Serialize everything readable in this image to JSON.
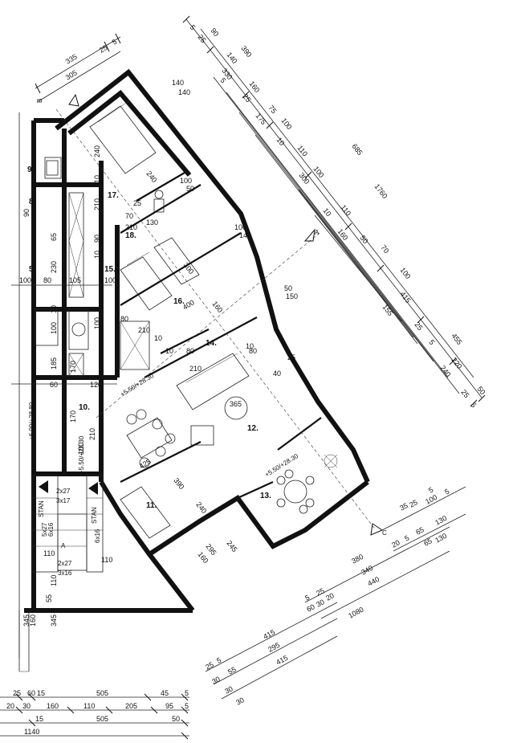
{
  "rooms": {
    "r9": "9.",
    "r8": "8.",
    "r5": "5.",
    "r10": "10.",
    "r11": "11.",
    "r12": "12.",
    "r13": "13.",
    "r14": "14.",
    "r15": "15.",
    "r16": "16.",
    "r17": "17.",
    "r18": "18."
  },
  "labels": {
    "stan_left": "STAN",
    "stan_right": "STAN",
    "elev_a": "+6.00/+28.80",
    "elev_b": "+5.50/+28.30",
    "elev_c": "+5.50/+28.30",
    "elev_d": "+5.50/+28.30",
    "steps_a": "5x27",
    "steps_b": "2x27",
    "steps_c": "3x17",
    "steps_d": "6x16",
    "steps_e": "3x16",
    "point_a": "A",
    "sec_a": "A",
    "sec_b": "B",
    "sec_c": "C"
  },
  "dims_top_diag": [
    "5",
    "90",
    "390",
    "25",
    "140",
    "330",
    "5",
    "160",
    "25",
    "75",
    "100",
    "175",
    "10",
    "110",
    "685",
    "1760",
    "300",
    "100",
    "10",
    "110",
    "160",
    "50",
    "70",
    "100",
    "155",
    "415",
    "25",
    "5",
    "455",
    "220",
    "240",
    "25",
    "50",
    "5"
  ],
  "dims_top_left": [
    "335",
    "25",
    "5",
    "305"
  ],
  "dims_left": [
    "9.",
    "100",
    "230",
    "65",
    "80",
    "90",
    "105",
    "100",
    "10",
    "185",
    "60",
    "120",
    "170",
    "100",
    "210",
    "140",
    "30",
    "110",
    "345",
    "160",
    "55"
  ],
  "dims_right_lower": [
    "5",
    "35",
    "25",
    "100",
    "5",
    "20",
    "5",
    "65",
    "130",
    "380",
    "340",
    "440",
    "1080",
    "5",
    "25",
    "60",
    "30",
    "20",
    "20"
  ],
  "dims_bottom_diag": [
    "415",
    "295",
    "415",
    "25",
    "5",
    "30",
    "55",
    "30",
    "30"
  ],
  "dims_bottom": {
    "row1": [
      "25",
      "60",
      "15",
      "505",
      "45",
      "5"
    ],
    "row2": [
      "20",
      "30",
      "160",
      "110",
      "205",
      "95",
      "5"
    ],
    "row3": [
      "15",
      "505",
      "50"
    ],
    "row4": [
      "1140"
    ]
  },
  "dims_interior": [
    "140",
    "140",
    "240",
    "10",
    "210",
    "25",
    "70",
    "210",
    "130",
    "90",
    "10",
    "240",
    "100",
    "50",
    "100",
    "140",
    "300",
    "400",
    "210",
    "80",
    "160",
    "210",
    "80",
    "10",
    "365",
    "425",
    "390",
    "240",
    "295",
    "245",
    "160",
    "10",
    "170",
    "100",
    "210",
    "150",
    "50",
    "40",
    "80",
    "25",
    "10"
  ]
}
